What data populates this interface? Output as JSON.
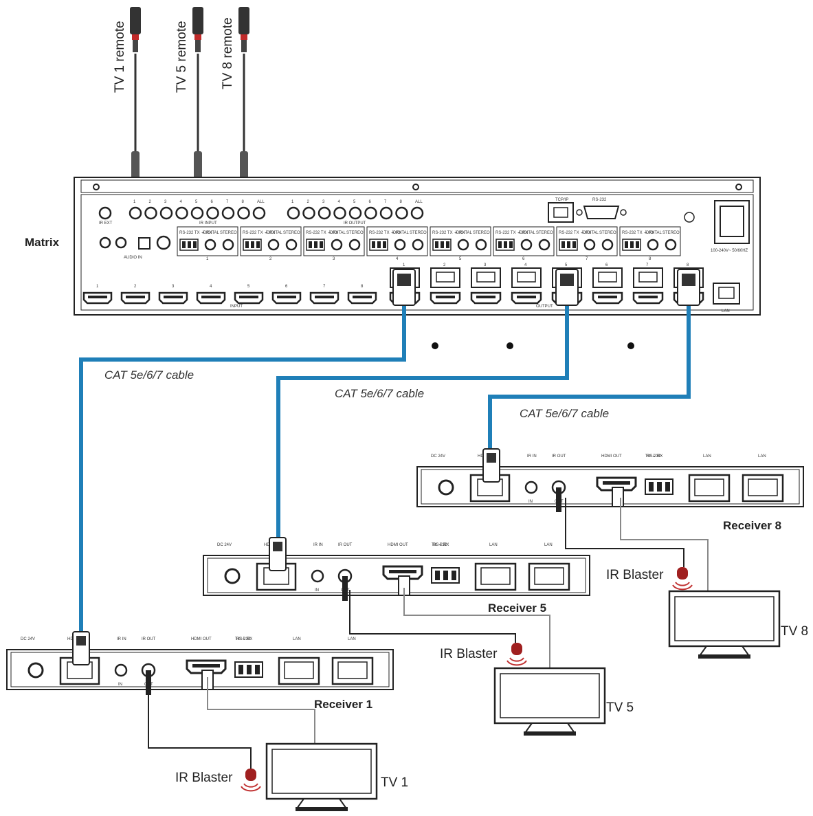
{
  "remotes": [
    "TV 1 remote",
    "TV 5 remote",
    "TV 8 remote"
  ],
  "matrix": {
    "label": "Matrix",
    "hdmi_inputs": [
      "1",
      "2",
      "3",
      "4",
      "5",
      "6",
      "7",
      "8"
    ],
    "outputs": [
      "1",
      "2",
      "3",
      "4",
      "5",
      "6",
      "7",
      "8"
    ],
    "ir_in_numbers": [
      "1",
      "2",
      "3",
      "4",
      "5",
      "6",
      "7",
      "8",
      "ALL"
    ],
    "ir_out_numbers": [
      "1",
      "2",
      "3",
      "4",
      "5",
      "6",
      "7",
      "8",
      "ALL"
    ],
    "ir_in_caption": "IR INPUT",
    "ir_out_caption": "IR OUTPUT",
    "ir_ext": "IR EXT",
    "audio_in": "AUDIO IN",
    "input_caption": "INPUT",
    "output_caption": "OUTPUT",
    "lan": "LAN",
    "tcpip": "TCP/IP",
    "rs232": "RS-232",
    "power": "100-240V~ 50/60HZ",
    "audio_block_labels": [
      "RS-232 TX ⏚ RX",
      "DIGITAL",
      "STEREO"
    ]
  },
  "cables": [
    "CAT 5e/6/7 cable",
    "CAT 5e/6/7 cable",
    "CAT 5e/6/7 cable"
  ],
  "receiver_ports": {
    "dc": "DC 24V",
    "hdbt": "HDBT IN",
    "ir_in": "IR IN",
    "ir_out": "IR OUT",
    "hdmi_out": "HDMI OUT",
    "rs232_top": "TX ⏚ RX",
    "rs232": "RS-232",
    "lan": "LAN",
    "in": "IN",
    "out": "OUT"
  },
  "receivers": [
    {
      "name": "Receiver 1",
      "tv": "TV 1",
      "ir": "IR Blaster"
    },
    {
      "name": "Receiver 5",
      "tv": "TV 5",
      "ir": "IR Blaster"
    },
    {
      "name": "Receiver 8",
      "tv": "TV 8",
      "ir": "IR Blaster"
    }
  ],
  "colors": {
    "cat_cable": "#1f7fb8",
    "line": "#222222",
    "ir_blaster": "#a02020"
  }
}
